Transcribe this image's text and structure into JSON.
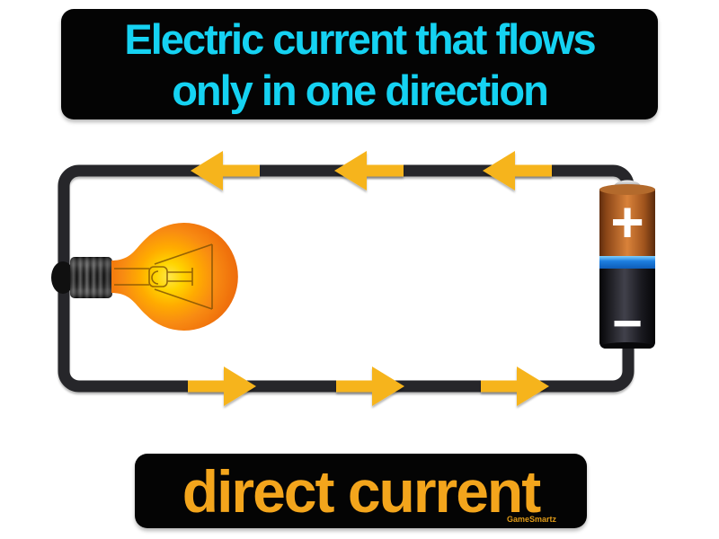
{
  "title_banner": {
    "line1": "Electric current that flows",
    "line2": "only in one direction",
    "text_color": "#15d2f2",
    "background": "#040404"
  },
  "term_banner": {
    "label": "direct current",
    "text_color": "#f3a51c",
    "background": "#040404",
    "watermark": "GameSmartz"
  },
  "circuit": {
    "wire_color": "#26282a",
    "arrow_color": "#f6b41e",
    "top_arrows": {
      "count": 3,
      "direction": "left"
    },
    "bottom_arrows": {
      "count": 3,
      "direction": "right"
    },
    "battery": {
      "positive_label": "+",
      "negative_label": "−",
      "copper_color": "#c9762f",
      "stripe_color": "#1e7fe0",
      "body_color": "#111115"
    },
    "bulb": {
      "state": "glowing",
      "glow_color": "#ffd400",
      "glass_color": "#f0720c"
    }
  },
  "icons": {
    "light_bulb": "incandescent-bulb-sideways",
    "battery": "aa-battery-vertical",
    "current_arrow": "solid-triangle-arrow"
  }
}
